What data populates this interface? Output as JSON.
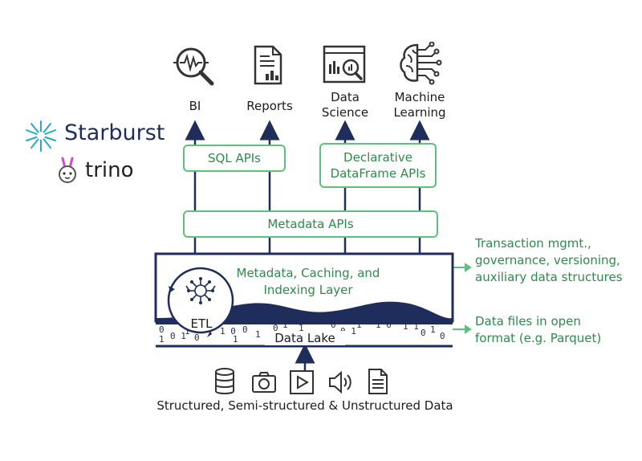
{
  "logos": {
    "starburst": "Starburst",
    "trino": "trino"
  },
  "consumers": [
    {
      "icon": "bi-magnifier-icon",
      "label": "BI"
    },
    {
      "icon": "report-document-icon",
      "label": "Reports"
    },
    {
      "icon": "data-science-window-icon",
      "label": "Data Science"
    },
    {
      "icon": "brain-circuit-icon",
      "label": "Machine Learning"
    }
  ],
  "apis": {
    "sql": "SQL APIs",
    "dataframe": "Declarative DataFrame APIs",
    "metadata": "Metadata APIs"
  },
  "layer": {
    "title": "Metadata, Caching, and Indexing Layer",
    "etl": "ETL",
    "lake": "Data Lake"
  },
  "side_notes": {
    "transaction": "Transaction mgmt., governance, versioning, auxiliary data structures",
    "files": "Data files in open format (e.g. Parquet)"
  },
  "sources": {
    "icons": [
      "database-icon",
      "camera-icon",
      "play-icon",
      "audio-icon",
      "document-icon"
    ],
    "caption": "Structured, Semi-structured & Unstructured Data"
  },
  "colors": {
    "accent_green": "#5cc27a",
    "text_green": "#2f8a4a",
    "navy": "#1f2d5c",
    "starburst_teal": "#27a9c9"
  }
}
